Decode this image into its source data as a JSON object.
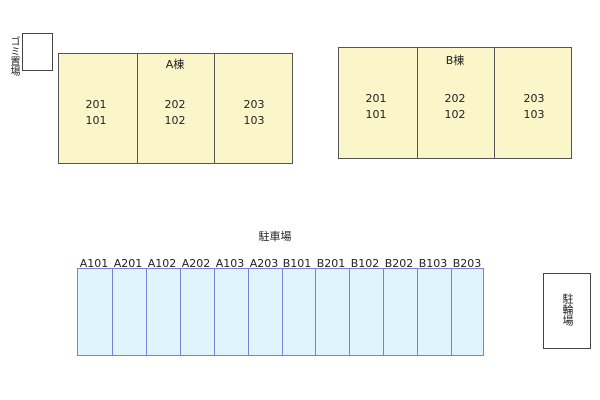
{
  "garbage": {
    "label": "ゴミ置場"
  },
  "building_a": {
    "label": "A棟",
    "units": [
      {
        "upper": "201",
        "lower": "101"
      },
      {
        "upper": "202",
        "lower": "102"
      },
      {
        "upper": "203",
        "lower": "103"
      }
    ]
  },
  "building_b": {
    "label": "B棟",
    "units": [
      {
        "upper": "201",
        "lower": "101"
      },
      {
        "upper": "202",
        "lower": "102"
      },
      {
        "upper": "203",
        "lower": "103"
      }
    ]
  },
  "parking": {
    "label": "駐車場",
    "stalls": [
      "A101",
      "A201",
      "A102",
      "A202",
      "A103",
      "A203",
      "B101",
      "B201",
      "B102",
      "B202",
      "B103",
      "B203"
    ]
  },
  "bicycle": {
    "label": "駐輪場"
  },
  "colors": {
    "building_fill": "#fbf6c9",
    "parking_fill": "#dff4fd",
    "parking_border": "#7a7fd9"
  }
}
